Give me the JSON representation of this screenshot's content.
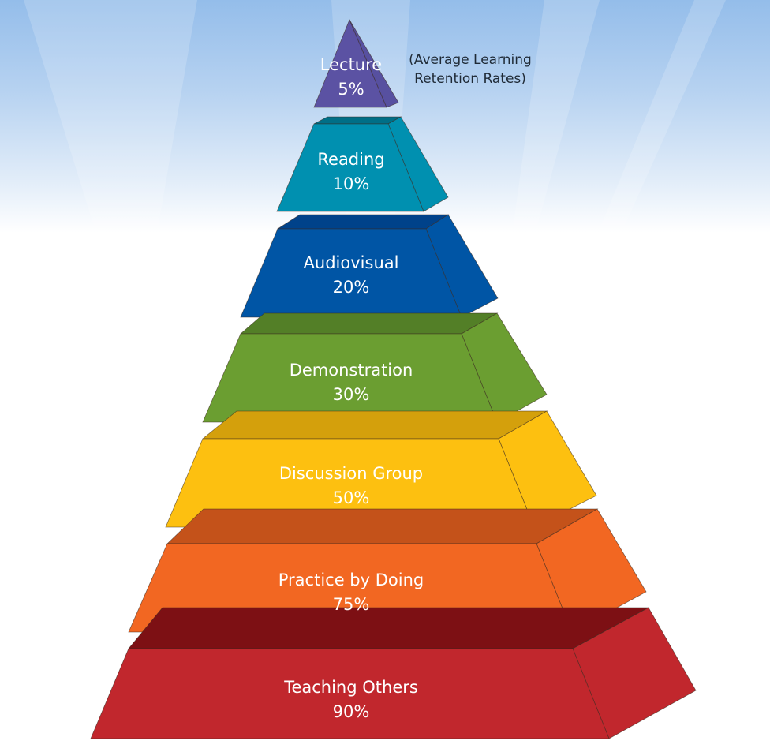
{
  "note": {
    "line1": "(Average Learning",
    "line2": "Retention Rates)"
  },
  "tiers": [
    {
      "label": "Lecture",
      "value": "5%",
      "color": "#5b52a3",
      "top_color": "#4a4290",
      "side_color": "#5750a0"
    },
    {
      "label": "Reading",
      "value": "10%",
      "color": "#0090b0",
      "top_color": "#006f87",
      "side_color": "#0090b0"
    },
    {
      "label": "Audiovisual",
      "value": "20%",
      "color": "#0055a5",
      "top_color": "#00428a",
      "side_color": "#0055a5"
    },
    {
      "label": "Demonstration",
      "value": "30%",
      "color": "#6b9e31",
      "top_color": "#537f27",
      "side_color": "#6b9e31"
    },
    {
      "label": "Discussion Group",
      "value": "50%",
      "color": "#fdc010",
      "top_color": "#d4a00c",
      "side_color": "#fdc010"
    },
    {
      "label": "Practice by Doing",
      "value": "75%",
      "color": "#f26722",
      "top_color": "#c4521a",
      "side_color": "#f26722"
    },
    {
      "label": "Teaching Others",
      "value": "90%",
      "color": "#c1272d",
      "top_color": "#7d1014",
      "side_color": "#c1272d"
    }
  ]
}
